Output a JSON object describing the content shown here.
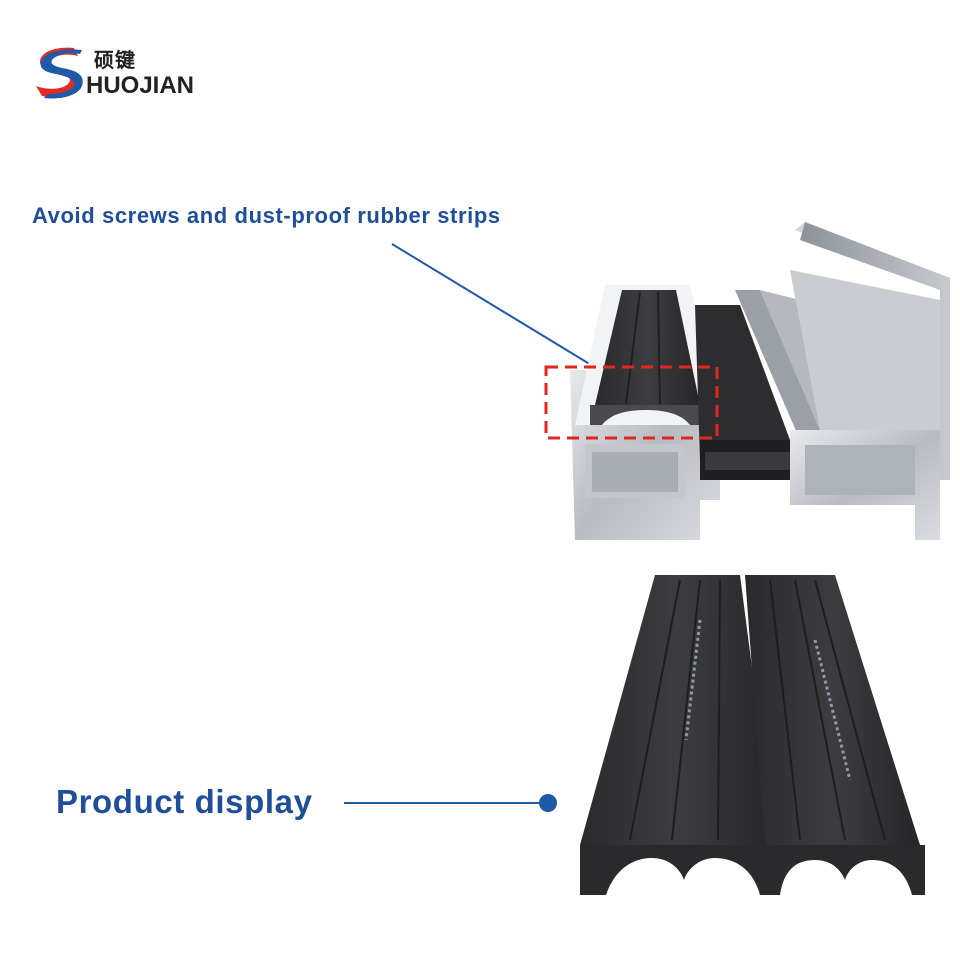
{
  "brand": {
    "cn_name": "硕键",
    "en_name": "HUOJIAN"
  },
  "labels": {
    "top": "Avoid screws and dust-proof rubber strips",
    "bottom": "Product display"
  },
  "colors": {
    "accent_blue": "#1f5aa6",
    "highlight_red": "#e0261f",
    "logo_red": "#e42a26",
    "strip_black": "#2e2e30",
    "aluminium": "#c9cdd2"
  },
  "icons": [
    "logo-s-mark"
  ]
}
